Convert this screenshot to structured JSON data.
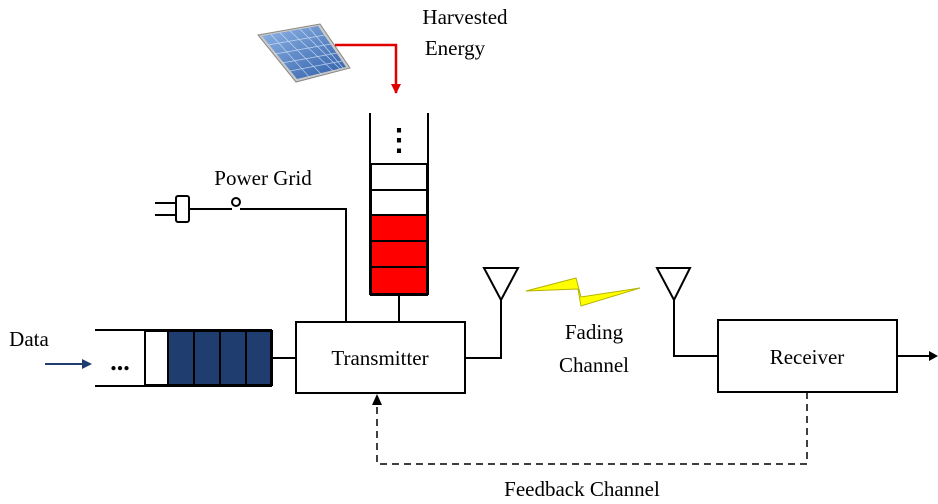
{
  "labels": {
    "harvested_line1": "Harvested",
    "harvested_line2": "Energy",
    "power_grid": "Power Grid",
    "data": "Data",
    "transmitter": "Transmitter",
    "fading_line1": "Fading",
    "fading_line2": "Channel",
    "receiver": "Receiver",
    "feedback": "Feedback Channel",
    "data_queue_dots": "...",
    "energy_queue_dots": "⋮"
  },
  "colors": {
    "energy_arrow": "#e00000",
    "energy_filled": "#ff0000",
    "data_filled": "#1f3d6e",
    "data_arrow": "#1f3d6e",
    "fading_bolt": "#ffff00",
    "solar_panel": "#4a78b8"
  },
  "energy_queue": {
    "filled_slots": 3,
    "empty_slots": 2
  },
  "data_queue": {
    "filled_slots": 4,
    "empty_slots": 1
  }
}
